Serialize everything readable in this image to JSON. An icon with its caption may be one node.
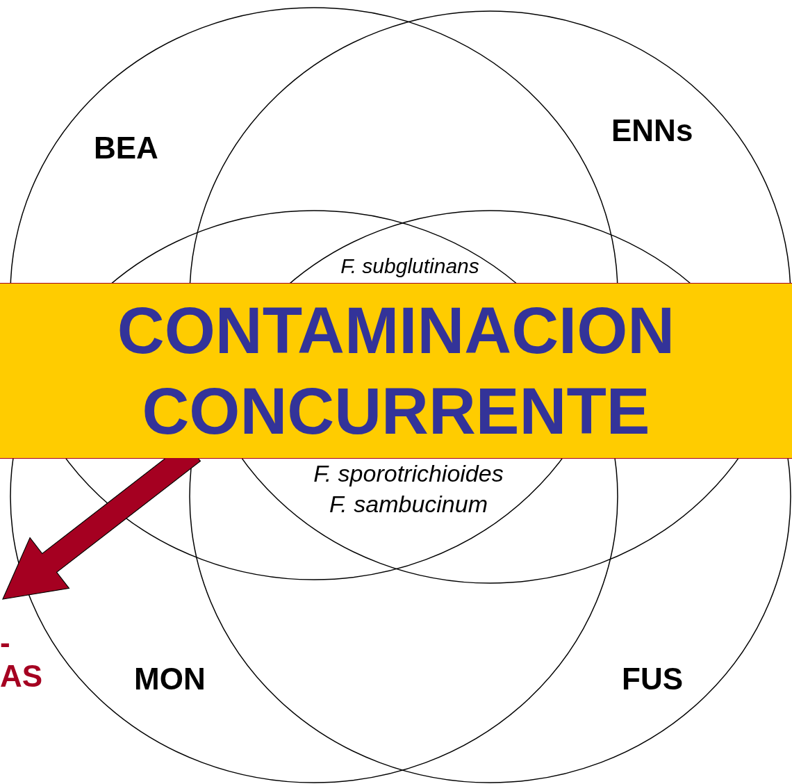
{
  "diagram": {
    "nodes": [
      {
        "text": [
          "BEA"
        ]
      },
      {
        "text": [
          "ENNs"
        ]
      },
      {
        "text": [
          "MON"
        ]
      },
      {
        "text": [
          "FUS"
        ]
      },
      {
        "text": [
          "CONTAMINACION CONCURRENTE"
        ]
      },
      {
        "text": [
          "-",
          "AS"
        ]
      }
    ],
    "edges": [
      {
        "from": 4,
        "to": 5,
        "arrow": "to",
        "style": "thick",
        "color": "#a50021"
      }
    ],
    "labels": [
      "F. subglutinans",
      "F. sporotrichioides",
      "F. sambucinum"
    ]
  }
}
